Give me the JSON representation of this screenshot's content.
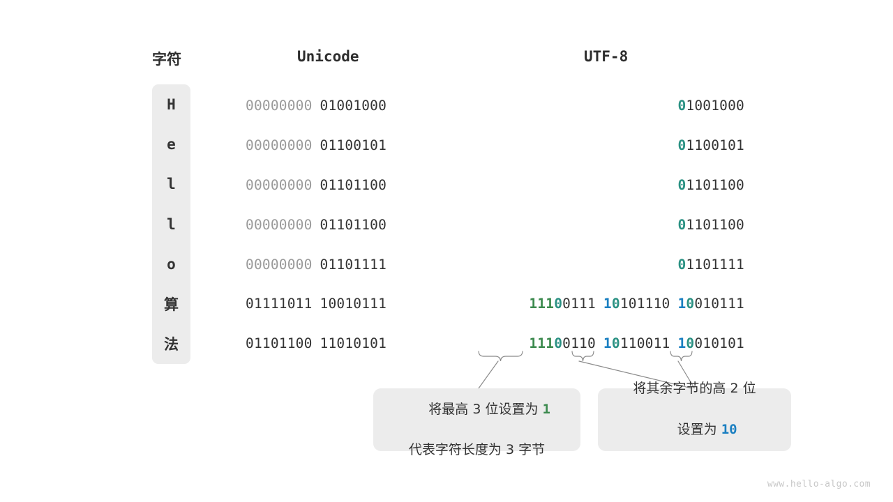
{
  "headers": {
    "character": "字符",
    "unicode": "Unicode",
    "utf8": "UTF-8"
  },
  "colors": {
    "prefix_green": "#3c8a4e",
    "prefix_teal": "#2a9183",
    "continuation_blue": "#1a7fc1",
    "text_dark": "#333333",
    "text_dim": "#9a9a9a",
    "chip_background": "#ececec",
    "page_background": "#ffffff",
    "watermark": "#c8c8c8"
  },
  "rows": [
    {
      "character": "H",
      "unicode": [
        {
          "text": "00000000",
          "style": "dim"
        },
        {
          "text": " ",
          "style": "gap"
        },
        {
          "text": "01001000",
          "style": "dark"
        }
      ],
      "utf8": [
        {
          "text": "0",
          "style": "teal"
        },
        {
          "text": "1001000",
          "style": "dark"
        }
      ]
    },
    {
      "character": "e",
      "unicode": [
        {
          "text": "00000000",
          "style": "dim"
        },
        {
          "text": " ",
          "style": "gap"
        },
        {
          "text": "01100101",
          "style": "dark"
        }
      ],
      "utf8": [
        {
          "text": "0",
          "style": "teal"
        },
        {
          "text": "1100101",
          "style": "dark"
        }
      ]
    },
    {
      "character": "l",
      "unicode": [
        {
          "text": "00000000",
          "style": "dim"
        },
        {
          "text": " ",
          "style": "gap"
        },
        {
          "text": "01101100",
          "style": "dark"
        }
      ],
      "utf8": [
        {
          "text": "0",
          "style": "teal"
        },
        {
          "text": "1101100",
          "style": "dark"
        }
      ]
    },
    {
      "character": "l",
      "unicode": [
        {
          "text": "00000000",
          "style": "dim"
        },
        {
          "text": " ",
          "style": "gap"
        },
        {
          "text": "01101100",
          "style": "dark"
        }
      ],
      "utf8": [
        {
          "text": "0",
          "style": "teal"
        },
        {
          "text": "1101100",
          "style": "dark"
        }
      ]
    },
    {
      "character": "o",
      "unicode": [
        {
          "text": "00000000",
          "style": "dim"
        },
        {
          "text": " ",
          "style": "gap"
        },
        {
          "text": "01101111",
          "style": "dark"
        }
      ],
      "utf8": [
        {
          "text": "0",
          "style": "teal"
        },
        {
          "text": "1101111",
          "style": "dark"
        }
      ]
    },
    {
      "character": "算",
      "unicode": [
        {
          "text": "01111011",
          "style": "dark"
        },
        {
          "text": " ",
          "style": "gap"
        },
        {
          "text": "10010111",
          "style": "dark"
        }
      ],
      "utf8": [
        {
          "text": "111",
          "style": "green"
        },
        {
          "text": "0",
          "style": "teal"
        },
        {
          "text": "0111",
          "style": "dark"
        },
        {
          "text": " ",
          "style": "gap"
        },
        {
          "text": "1",
          "style": "blue"
        },
        {
          "text": "0",
          "style": "teal"
        },
        {
          "text": "101110",
          "style": "dark"
        },
        {
          "text": " ",
          "style": "gap"
        },
        {
          "text": "1",
          "style": "blue"
        },
        {
          "text": "0",
          "style": "teal"
        },
        {
          "text": "010111",
          "style": "dark"
        }
      ]
    },
    {
      "character": "法",
      "unicode": [
        {
          "text": "01101100",
          "style": "dark"
        },
        {
          "text": " ",
          "style": "gap"
        },
        {
          "text": "11010101",
          "style": "dark"
        }
      ],
      "utf8": [
        {
          "text": "111",
          "style": "green"
        },
        {
          "text": "0",
          "style": "teal"
        },
        {
          "text": "0110",
          "style": "dark"
        },
        {
          "text": " ",
          "style": "gap"
        },
        {
          "text": "1",
          "style": "blue"
        },
        {
          "text": "0",
          "style": "teal"
        },
        {
          "text": "110011",
          "style": "dark"
        },
        {
          "text": " ",
          "style": "gap"
        },
        {
          "text": "1",
          "style": "blue"
        },
        {
          "text": "0",
          "style": "teal"
        },
        {
          "text": "010101",
          "style": "dark"
        }
      ]
    }
  ],
  "callouts": {
    "prefix": {
      "line1_pre": "将最高 3 位设置为 ",
      "line1_em": "1",
      "line1_em_color": "green",
      "line2": "代表字符长度为 3 字节"
    },
    "continuation": {
      "line1": "将其余字节的高 2 位",
      "line2_pre": "设置为 ",
      "line2_em": "10",
      "line2_em_color": "blue"
    }
  },
  "watermark": "www.hello-algo.com"
}
